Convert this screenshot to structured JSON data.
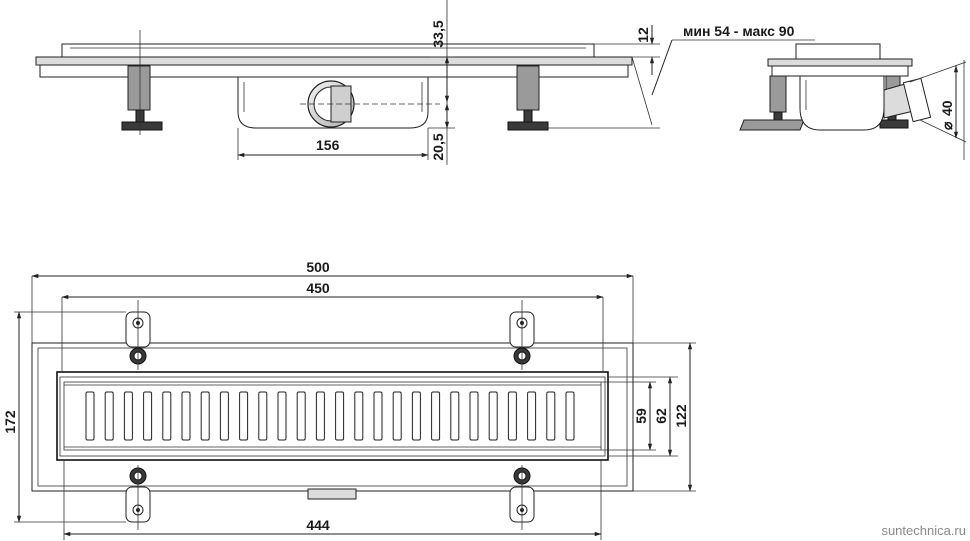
{
  "dimensions": {
    "d_33_5": "33,5",
    "d_12": "12",
    "d_min_max": "мин 54 - макс 90",
    "d_156": "156",
    "d_20_5": "20,5",
    "d_40": "40",
    "d_500": "500",
    "d_450": "450",
    "d_172": "172",
    "d_59": "59",
    "d_62": "62",
    "d_122": "122",
    "d_444": "444"
  },
  "watermark": "suntechnica.ru",
  "colors": {
    "line": "#222222",
    "fill_gray": "#9a9a9a",
    "fill_light": "#dcdcdc"
  }
}
